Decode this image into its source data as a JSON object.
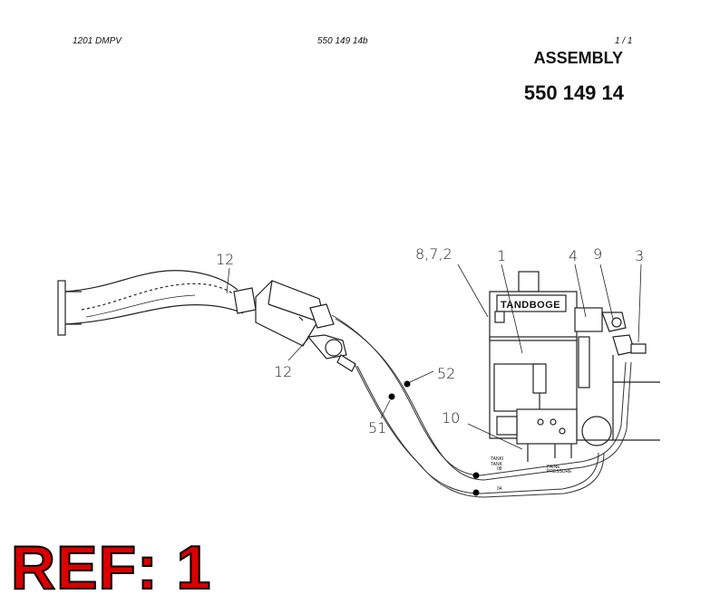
{
  "header": {
    "model": "1201 DMPV",
    "drawing_ref": "550 149 14b",
    "page": "1 /  1"
  },
  "title": {
    "heading": "ASSEMBLY",
    "part_number": "550 149 14"
  },
  "ref_label": "REF: 1",
  "callouts": {
    "c12_top": "12",
    "c12_bottom": "12",
    "c872": "8,7,2",
    "c1": "1",
    "c4": "4",
    "c9": "9",
    "c3": "3",
    "c52": "52",
    "c51": "51",
    "c10": "10"
  },
  "small_labels": {
    "tank_fr": "TANKI",
    "tank_en": "TANK",
    "pressure_fr": "PAINE",
    "pressure_en": "PRESSURE",
    "hose_08": "08",
    "hose_04": "04",
    "brand": "TANDBOGE"
  }
}
